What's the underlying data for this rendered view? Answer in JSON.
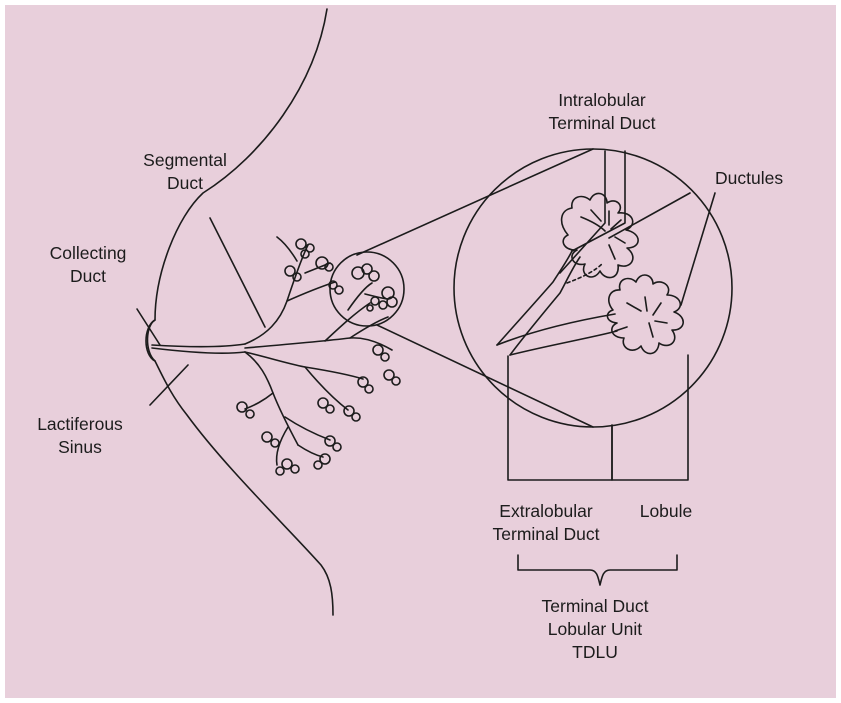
{
  "colors": {
    "background": "#e8cfdb",
    "ink": "#1c1c1c"
  },
  "labels": {
    "intralobular_1": "Intralobular",
    "intralobular_2": "Terminal Duct",
    "ductules": "Ductules",
    "segmental_1": "Segmental",
    "segmental_2": "Duct",
    "collecting_1": "Collecting",
    "collecting_2": "Duct",
    "lactiferous_1": "Lactiferous",
    "lactiferous_2": "Sinus",
    "extralobular_1": "Extralobular",
    "extralobular_2": "Terminal Duct",
    "lobule": "Lobule",
    "tdlu_1": "Terminal Duct",
    "tdlu_2": "Lobular Unit",
    "tdlu_3": "TDLU"
  }
}
